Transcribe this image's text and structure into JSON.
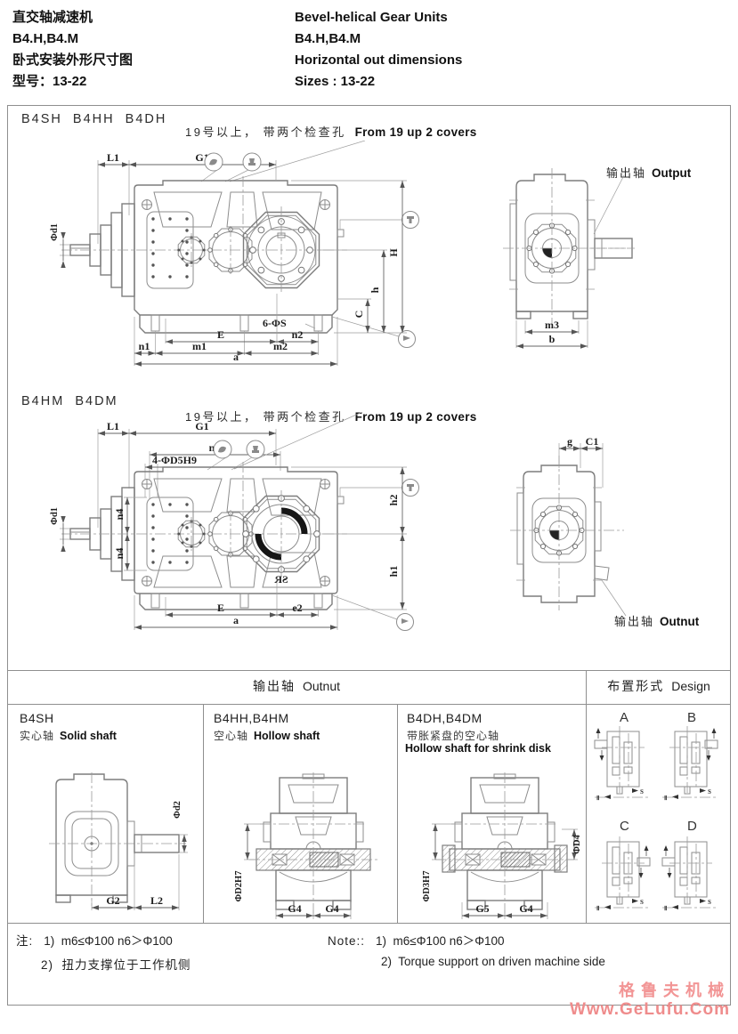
{
  "header": {
    "title_cn": "直交轴减速机",
    "model_cn": "B4.H,B4.M",
    "subtitle_cn": "卧式安装外形尺寸图",
    "sizes_cn": "型号：13-22",
    "title_en": "Bevel-helical Gear Units",
    "model_en": "B4.H,B4.M",
    "subtitle_en": "Horizontal out dimensions",
    "sizes_en": "Sizes : 13-22"
  },
  "s1": {
    "models": "B4SH  B4HH  B4DH",
    "note_cn": "19号以上， 带两个检查孔",
    "note_en": "From 19 up 2 covers",
    "output_cn": "输出轴",
    "output_en": "Output",
    "dims": {
      "L1": "L1",
      "G1": "G1",
      "d1": "Φd1",
      "H": "H",
      "h": "h",
      "C": "C",
      "E": "E",
      "n1": "n1",
      "n2": "n2",
      "m1": "m1",
      "m2": "m2",
      "a": "a",
      "S6": "6-ΦS",
      "m3": "m3",
      "b": "b"
    }
  },
  "s2": {
    "models": "B4HM  B4DM",
    "note_cn": "19号以上， 带两个检查孔",
    "note_en": "From 19 up 2 covers",
    "output_cn": "输出轴",
    "output_en": "Outnut",
    "dims": {
      "L1": "L1",
      "G1": "G1",
      "n3": "n3",
      "D5": "4-ΦD5H9",
      "d1": "Φd1",
      "n4a": "n4",
      "n4b": "n4",
      "h2": "h2",
      "h1": "h1",
      "E": "E",
      "e2": "e2",
      "a": "a",
      "g": "g",
      "C1": "C1",
      "SR": "SR"
    }
  },
  "table": {
    "output_header_cn": "输出轴",
    "output_header_en": "Outnut",
    "design_header_cn": "布置形式",
    "design_header_en": "Design",
    "col1": {
      "title": "B4SH",
      "sub_cn": "实心轴",
      "sub_en": "Solid shaft",
      "dims": {
        "d2": "Φd2",
        "G2": "G2",
        "L2": "L2"
      }
    },
    "col2": {
      "title": "B4HH,B4HM",
      "sub_cn": "空心轴",
      "sub_en": "Hollow shaft",
      "dims": {
        "D2": "ΦD2H7",
        "G4a": "G4",
        "G4b": "G4"
      }
    },
    "col3": {
      "title": "B4DH,B4DM",
      "sub_cn": "带胀紧盘的空心轴",
      "sub_en": "Hollow shaft for shrink disk",
      "dims": {
        "D3": "ΦD3H7",
        "D4": "ΦD4",
        "G5": "G5",
        "G4": "G4"
      }
    },
    "design": {
      "a": "A",
      "b": "B",
      "c": "C",
      "d": "D",
      "axis2": "Ⅱ",
      "axisS": "S"
    }
  },
  "notes": {
    "cn_label": "注:",
    "cn_1": "1)  m6≤Φ100 n6＞Φ100",
    "cn_2": "2)  扭力支撑位于工作机侧",
    "en_label": "Note::",
    "en_1": "1)  m6≤Φ100 n6＞Φ100",
    "en_2": "2)  Torque support on driven machine side"
  },
  "watermark": {
    "line1": "格鲁夫机械",
    "line2": "Www.GeLufu.Com"
  }
}
